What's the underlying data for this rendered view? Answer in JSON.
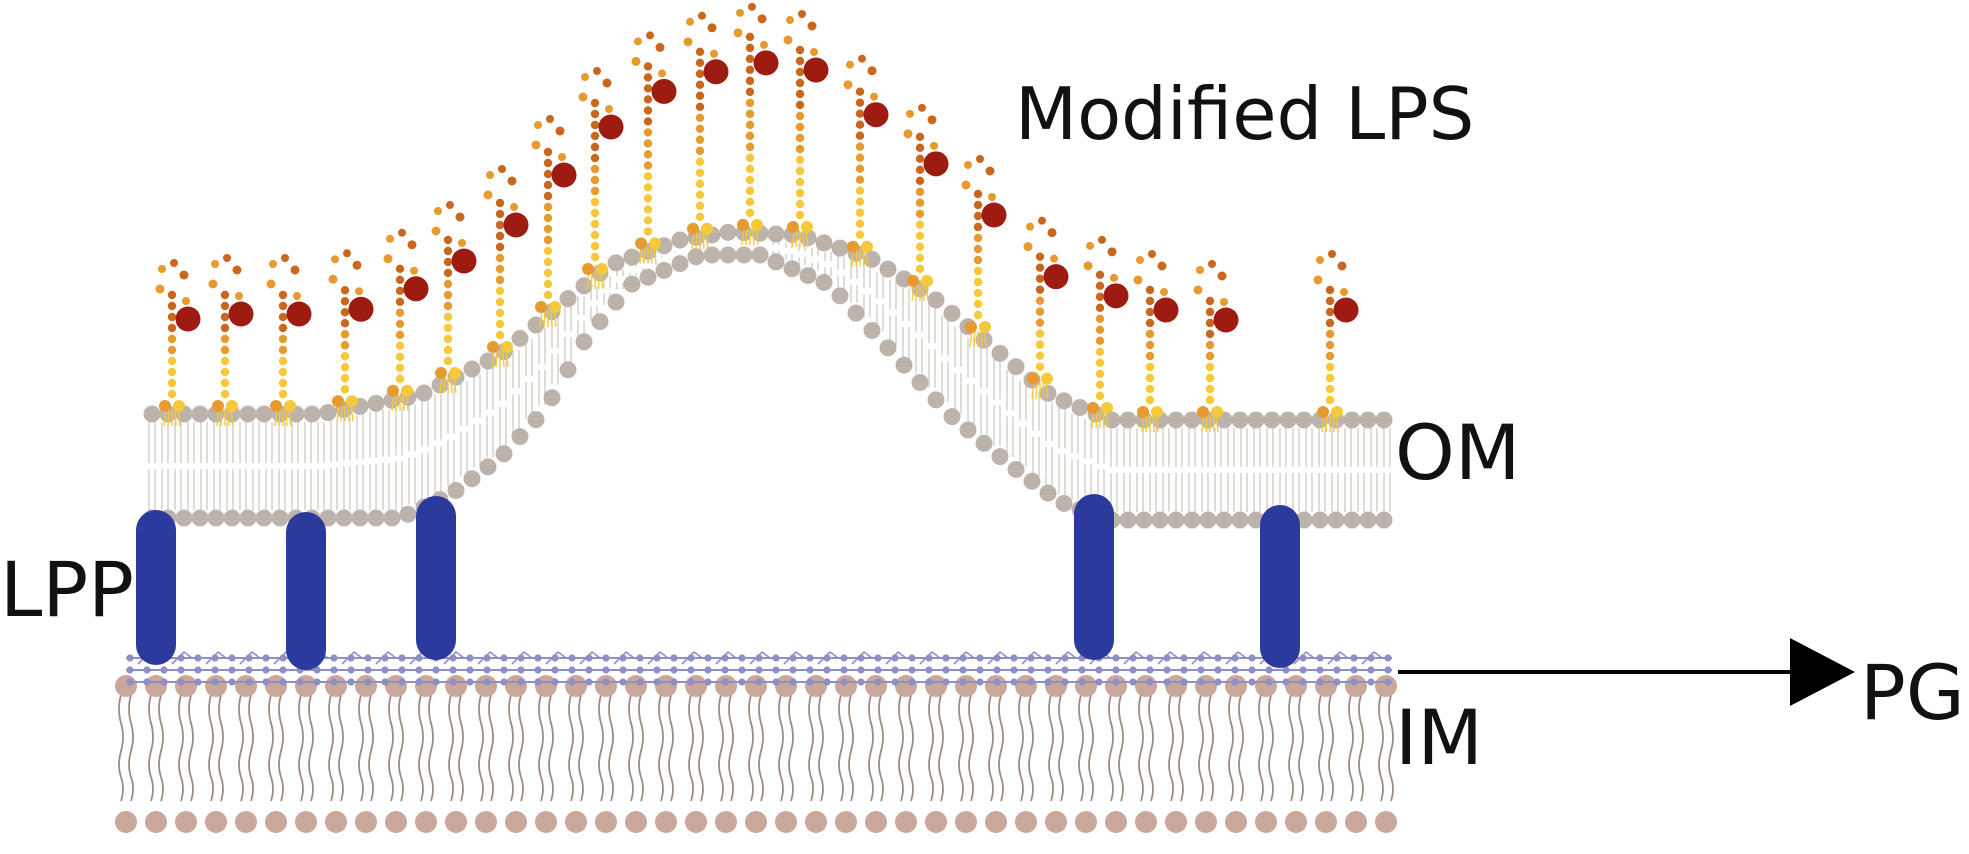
{
  "labels": {
    "modified_lps": "Modified LPS",
    "om": "OM",
    "lpp": "LPP",
    "im": "IM",
    "pg": "PG"
  },
  "colors": {
    "om_head": "#bdb3ad",
    "om_tail": "#cfc8c2",
    "im_head": "#c9a79a",
    "im_tail": "#9c8c84",
    "lpp": "#2b3a9c",
    "pg": "#8f8fc8",
    "lps_core_yellow": "#f5c93a",
    "lps_core_orange": "#e79a2d",
    "lps_chain": "#c9671f",
    "lps_sugar_dark": "#9e1b12",
    "arrow": "#000000"
  }
}
